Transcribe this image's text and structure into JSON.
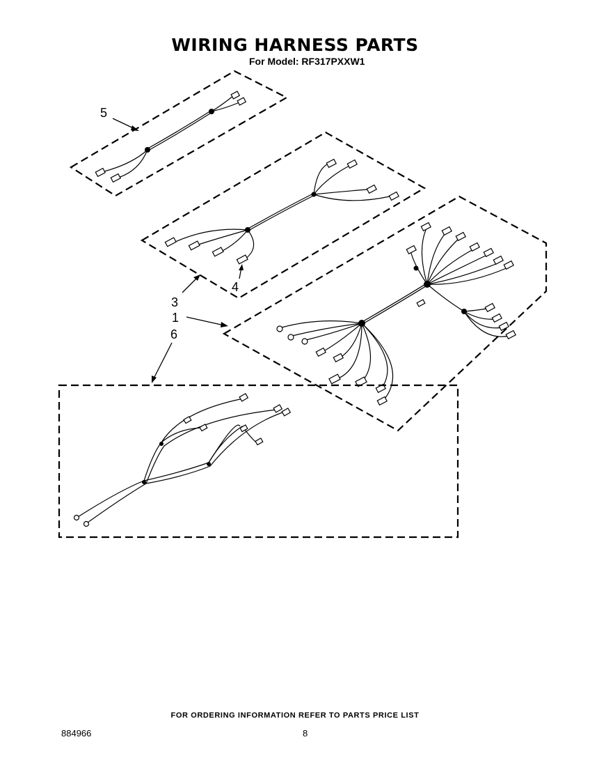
{
  "header": {
    "title": "WIRING HARNESS PARTS",
    "subtitle": "For Model: RF317PXXW1"
  },
  "callouts": {
    "c1": "1",
    "c3": "3",
    "c4": "4",
    "c5": "5",
    "c6": "6"
  },
  "footer": {
    "note": "FOR ORDERING INFORMATION REFER TO PARTS PRICE LIST",
    "doc_number": "884966",
    "page_number": "8"
  }
}
